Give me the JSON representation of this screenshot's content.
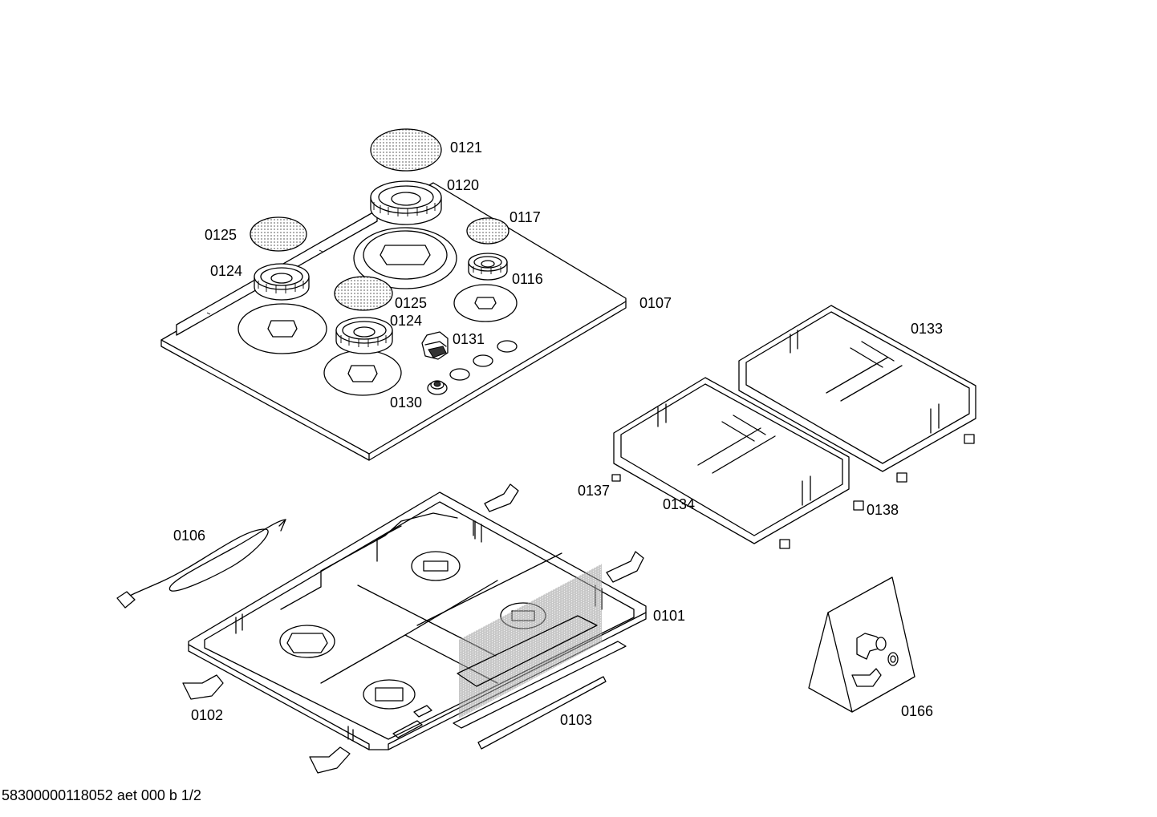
{
  "footer_text": "58300000118052 aet 000 b 1/2",
  "labels": {
    "p0121": "0121",
    "p0120": "0120",
    "p0117": "0117",
    "p0125_left": "0125",
    "p0124_left": "0124",
    "p0116": "0116",
    "p0125_center": "0125",
    "p0124_center": "0124",
    "p0107": "0107",
    "p0131": "0131",
    "p0130": "0130",
    "p0133": "0133",
    "p0137": "0137",
    "p0134": "0134",
    "p0138": "0138",
    "p0106": "0106",
    "p0101": "0101",
    "p0102": "0102",
    "p0103": "0103",
    "p0166": "0166"
  }
}
